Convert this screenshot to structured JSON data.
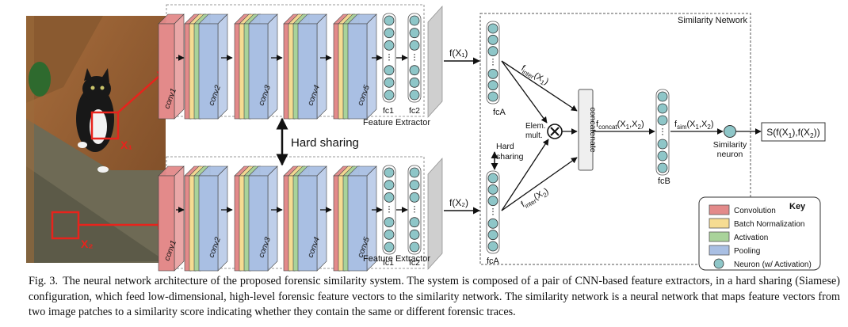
{
  "diagram": {
    "patch_labels": {
      "x1": "X₁",
      "x2": "X₂"
    },
    "conv_labels": [
      "conv1",
      "conv2",
      "conv3",
      "conv4",
      "conv5"
    ],
    "fc_labels": [
      "fc1",
      "fc2"
    ],
    "feature_extractor_label": "Feature Extractor",
    "hard_sharing_label": "Hard sharing",
    "f_x1": "f(X₁)",
    "f_x2": "f(X₂)",
    "similarity_network_label": "Similarity Network",
    "fcA_label": "fcA",
    "fcB_label": "fcB",
    "f_inter_x1": "f_inter(X₁)",
    "f_inter_x2": "f_inter(X₂)",
    "hard_sharing_small_line1": "Hard",
    "hard_sharing_small_line2": "sharing",
    "elem_mult_line1": "Elem.",
    "elem_mult_line2": "mult.",
    "concatenate_label": "concatenate",
    "f_concat": "f_concat(X₁,X₂)",
    "f_sim": "f_sim(X₁,X₂)",
    "similarity_neuron_line1": "Similarity",
    "similarity_neuron_line2": "neuron",
    "output_label": "S(f(X₁),f(X₂))",
    "key": {
      "title": "Key",
      "items": [
        "Convolution",
        "Batch Normalization",
        "Activation",
        "Pooling",
        "Neuron (w/ Activation)"
      ]
    },
    "colors": {
      "convolution": "#e38a8a",
      "batch_norm": "#f6dc92",
      "activation": "#a9d39a",
      "pooling": "#a9bfe3",
      "neuron": "#8ec6c8",
      "arrow_red": "#e8231c"
    }
  },
  "caption": {
    "label": "Fig. 3.",
    "text": "The neural network architecture of the proposed forensic similarity system. The system is composed of a pair of CNN-based feature extractors, in a hard sharing (Siamese) configuration, which feed low-dimensional, high-level forensic feature vectors to the similarity network. The similarity network is a neural network that maps feature vectors from two image patches to a similarity score indicating whether they contain the same or different forensic traces."
  }
}
